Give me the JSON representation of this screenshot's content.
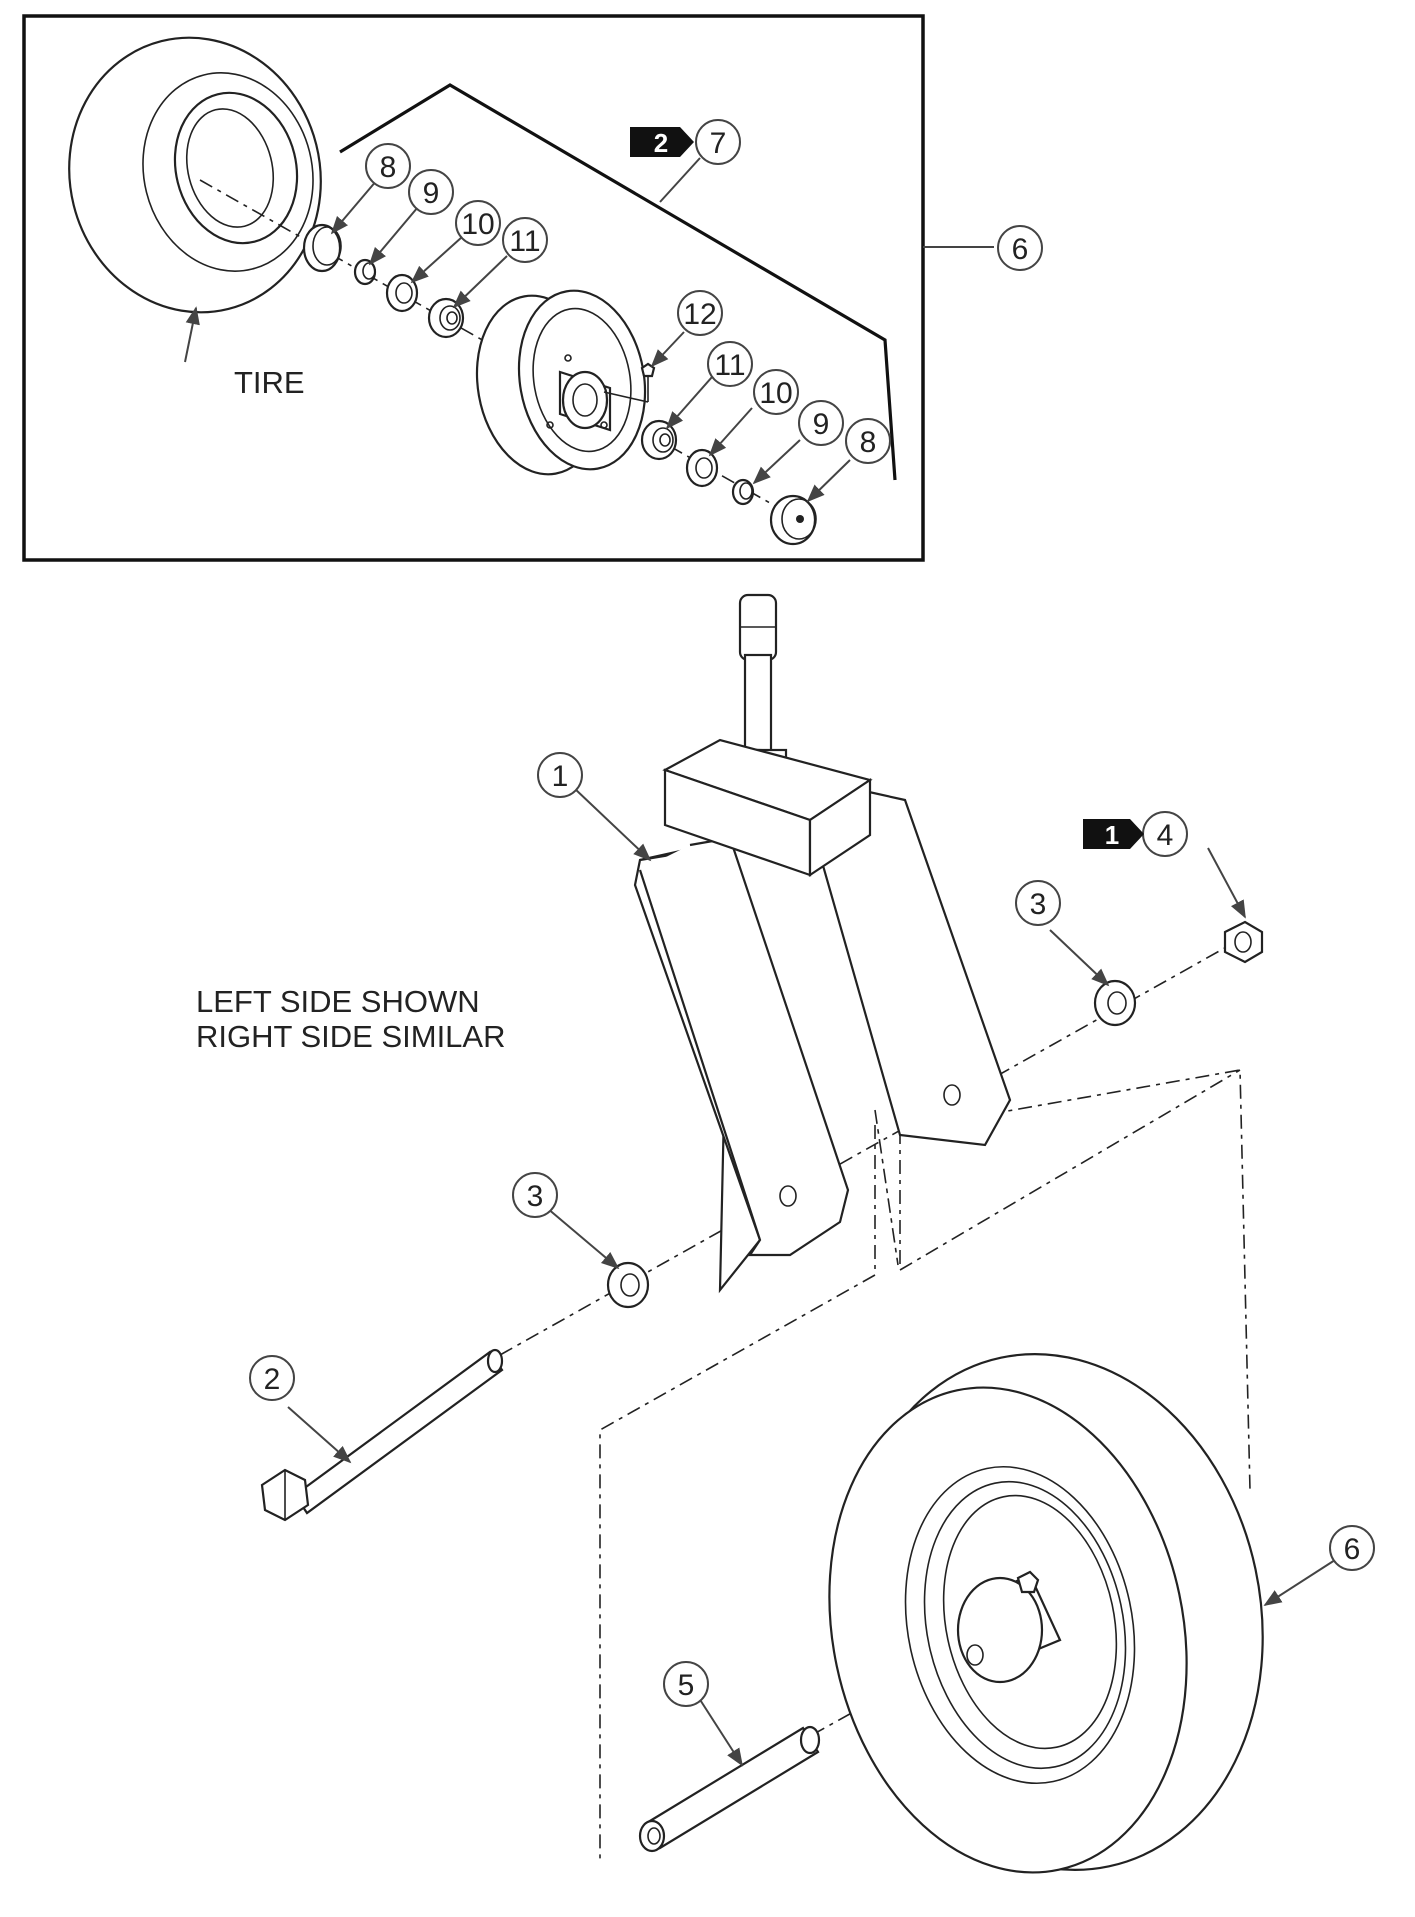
{
  "callouts": {
    "c8a": "8",
    "c9a": "9",
    "c10a": "10",
    "c11a": "11",
    "c7": "7",
    "c6a": "6",
    "c12": "12",
    "c11b": "11",
    "c10b": "10",
    "c9b": "9",
    "c8b": "8",
    "c1": "1",
    "c4": "4",
    "c3a": "3",
    "c3b": "3",
    "c2": "2",
    "c5": "5",
    "c6b": "6"
  },
  "badges": {
    "b2": "2",
    "b1": "1"
  },
  "labels": {
    "tire": "TIRE",
    "note_line1": "LEFT SIDE SHOWN",
    "note_line2": "RIGHT SIDE SIMILAR"
  },
  "colors": {
    "line": "#222222",
    "badge_fill": "#111111",
    "background": "#ffffff"
  }
}
